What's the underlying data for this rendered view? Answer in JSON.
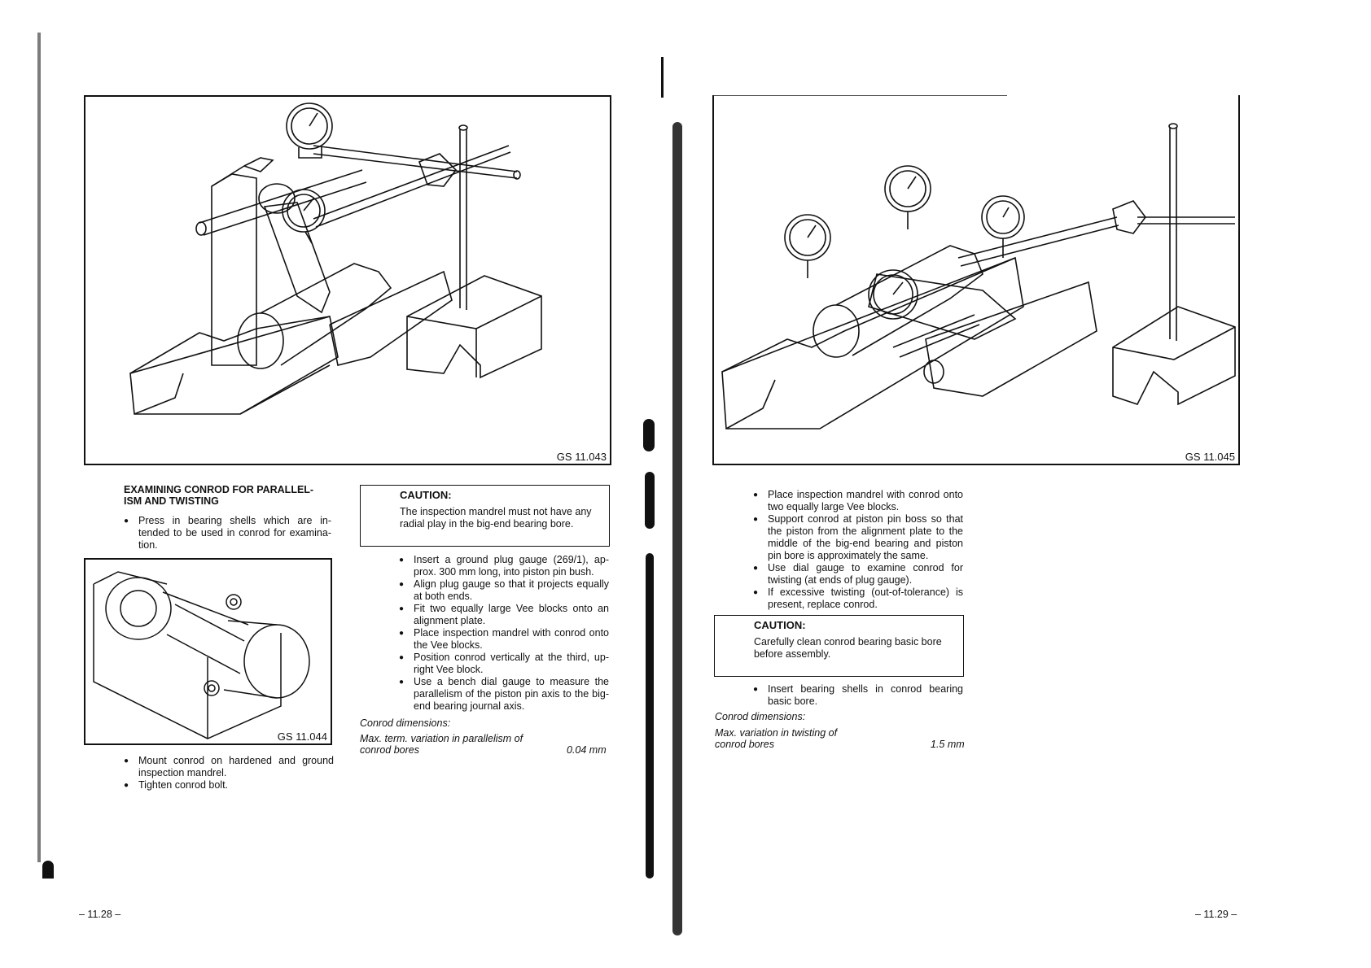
{
  "left_page": {
    "figure_top": {
      "label": "GS 11.043"
    },
    "heading": "EXAMINING CONROD FOR PARALLEL-ISM AND TWISTING",
    "heading_lines": [
      "EXAMINING CONROD FOR PARALLEL-",
      "ISM AND TWISTING"
    ],
    "bullets_top": [
      "Press in bearing shells which are in-tended to be used in conrod for examina-tion."
    ],
    "figure_small": {
      "label": "GS 11.044"
    },
    "bullets_bottom": [
      "Mount conrod on hardened and ground inspection mandrel.",
      "Tighten conrod bolt."
    ],
    "caution": {
      "title": "CAUTION:",
      "text": "The inspection mandrel must not have any radial play in the big-end bearing bore."
    },
    "bullets_right": [
      "Insert a ground plug gauge (269/1), ap-prox. 300 mm long, into piston pin bush.",
      "Align plug gauge so that it projects equally at both ends.",
      "Fit two equally large Vee blocks onto an alignment plate.",
      "Place inspection mandrel with conrod onto the Vee blocks.",
      "Position conrod vertically at the third, up-right Vee block.",
      "Use a bench dial gauge to measure the parallelism of the piston pin axis to the big-end bearing journal axis."
    ],
    "dimensions_title": "Conrod dimensions:",
    "dimension_label_1": "Max. term. variation in parallelism of",
    "dimension_label_2": "conrod bores",
    "dimension_value": "0.04 mm",
    "page_number": "– 11.28 –"
  },
  "right_page": {
    "figure_top": {
      "label": "GS 11.045"
    },
    "bullets": [
      "Place inspection mandrel with conrod onto two equally large Vee blocks.",
      "Support conrod at piston pin boss so that the piston from the alignment plate to the middle of the big-end bearing and piston pin bore is approximately the same.",
      "Use dial gauge to examine conrod for twisting (at ends of plug gauge).",
      "If excessive twisting (out-of-tolerance) is present, replace conrod."
    ],
    "caution": {
      "title": "CAUTION:",
      "text": "Carefully clean conrod bearing basic bore before assembly."
    },
    "bullets_after": [
      "Insert bearing shells in conrod bearing basic bore."
    ],
    "dimensions_title": "Conrod dimensions:",
    "dimension_label_1": "Max. variation in twisting of",
    "dimension_label_2": "conrod bores",
    "dimension_value": "1.5 mm",
    "page_number": "– 11.29 –"
  }
}
